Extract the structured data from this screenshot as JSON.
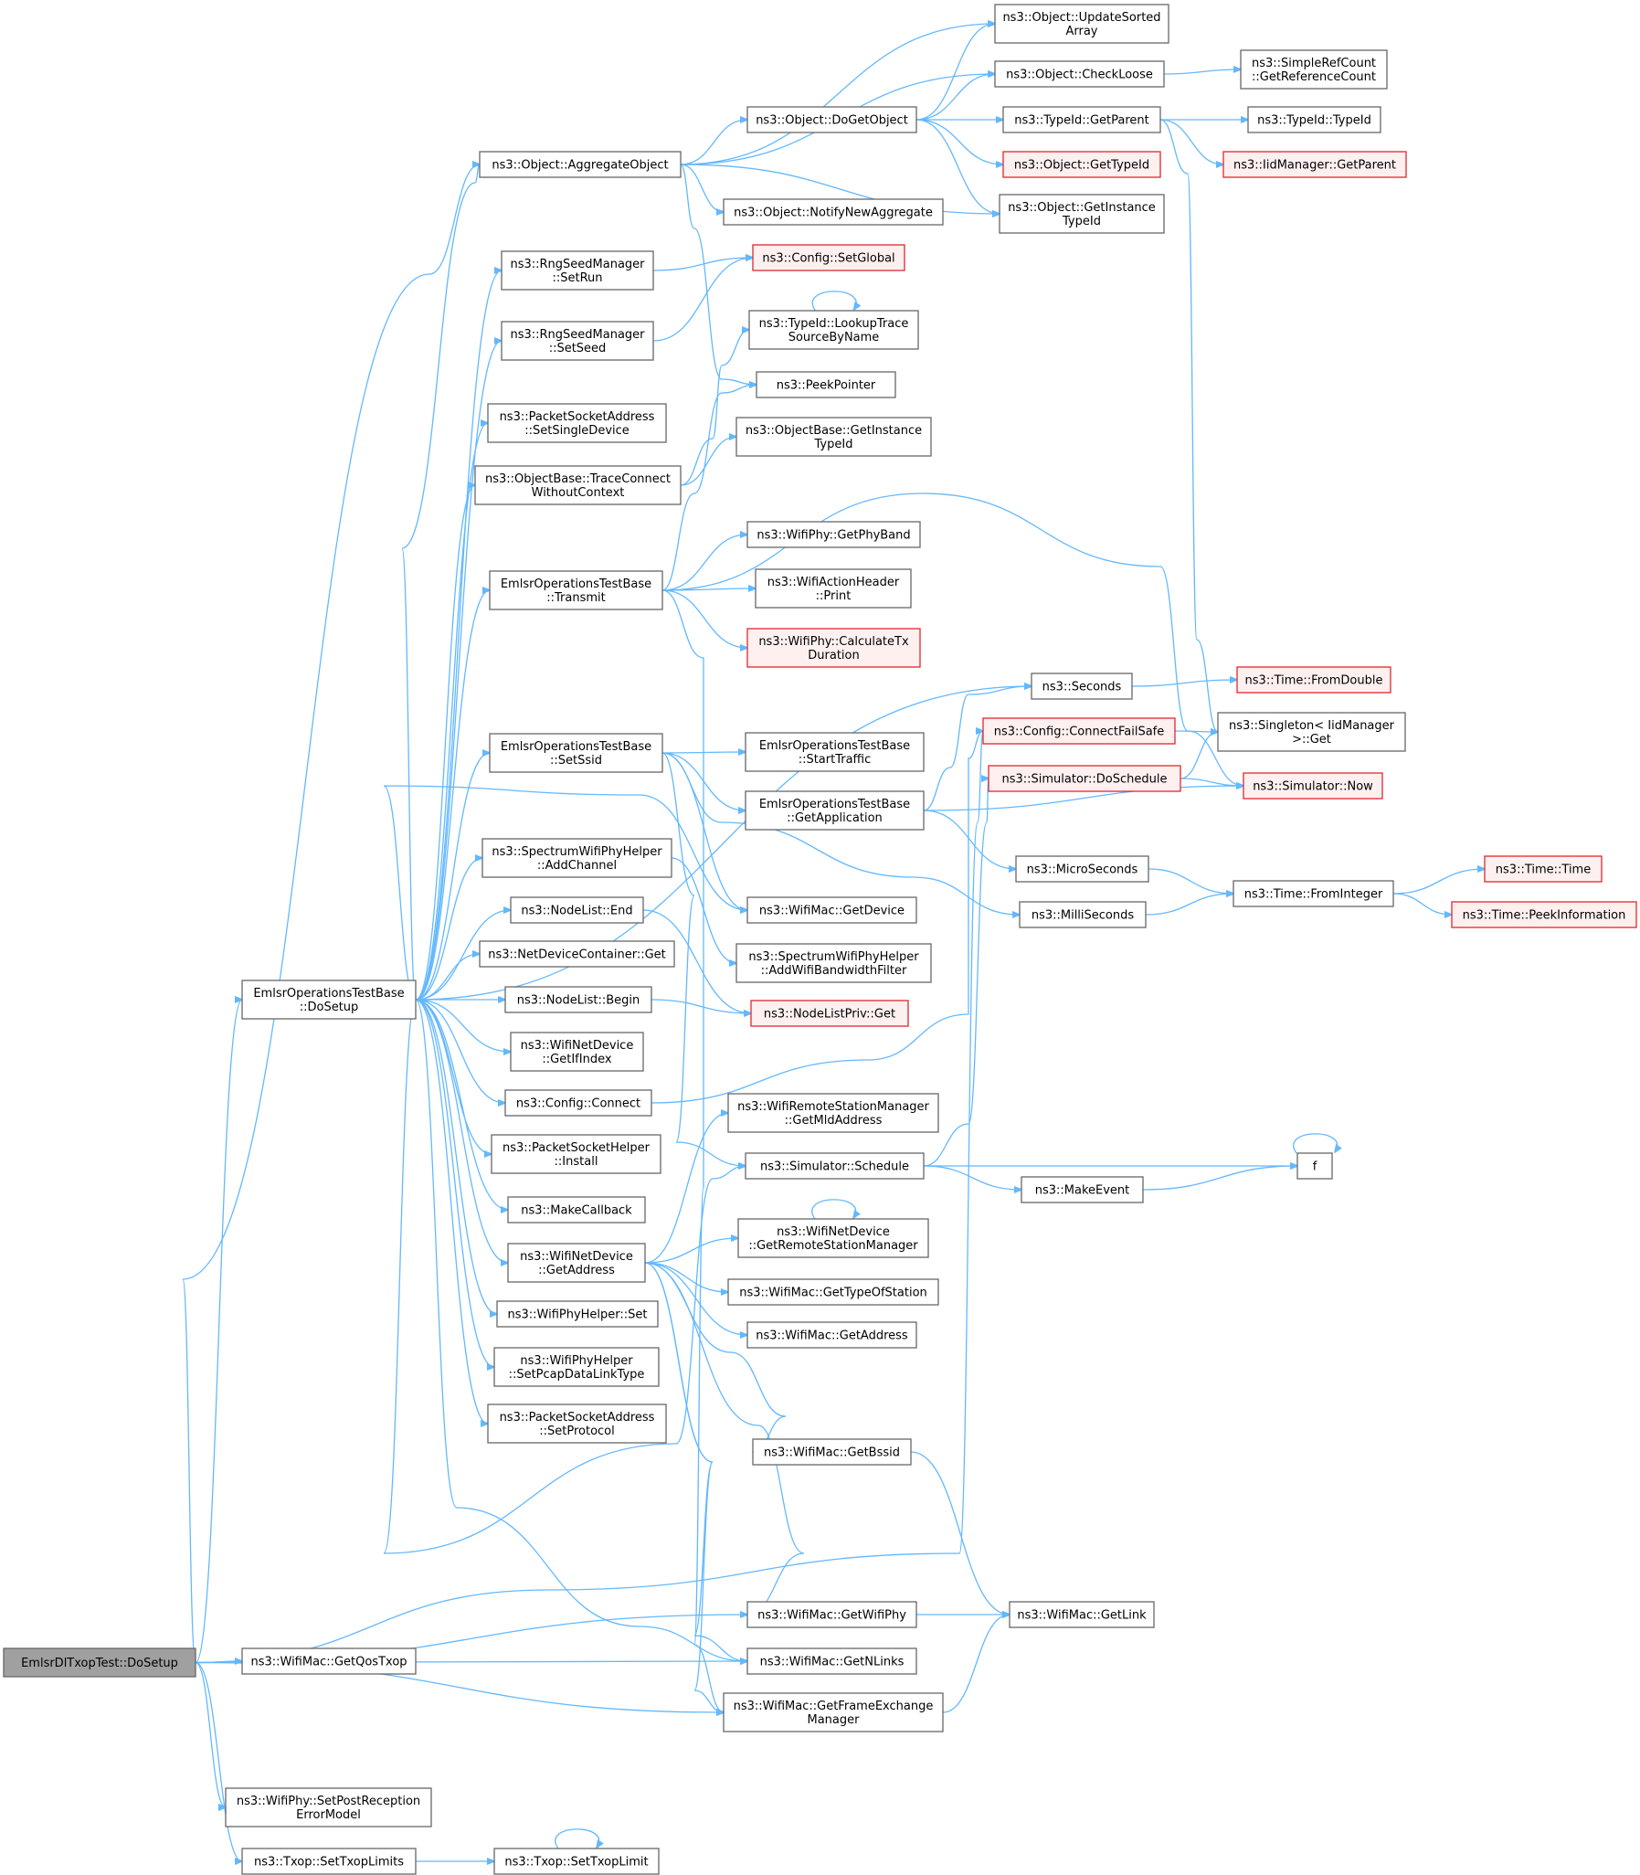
{
  "nodes": {
    "root": {
      "lines": [
        "EmlsrDlTxopTest::DoSetup"
      ],
      "style": "root"
    },
    "dosetup": {
      "lines": [
        "EmlsrOperationsTestBase",
        "::DoSetup"
      ],
      "style": "normal"
    },
    "aggregate": {
      "lines": [
        "ns3::Object::AggregateObject"
      ],
      "style": "normal"
    },
    "updatesorted": {
      "lines": [
        "ns3::Object::UpdateSorted",
        "Array"
      ],
      "style": "normal"
    },
    "checkloose": {
      "lines": [
        "ns3::Object::CheckLoose"
      ],
      "style": "normal"
    },
    "simplerefcount": {
      "lines": [
        "ns3::SimpleRefCount",
        "::GetReferenceCount"
      ],
      "style": "normal"
    },
    "dogetobject": {
      "lines": [
        "ns3::Object::DoGetObject"
      ],
      "style": "normal"
    },
    "typeidgetparent": {
      "lines": [
        "ns3::TypeId::GetParent"
      ],
      "style": "normal"
    },
    "typeidtypeid": {
      "lines": [
        "ns3::TypeId::TypeId"
      ],
      "style": "normal"
    },
    "objgettypeid": {
      "lines": [
        "ns3::Object::GetTypeId"
      ],
      "style": "red"
    },
    "iidgetparent": {
      "lines": [
        "ns3::IidManager::GetParent"
      ],
      "style": "red"
    },
    "notifynewagg": {
      "lines": [
        "ns3::Object::NotifyNewAggregate"
      ],
      "style": "normal"
    },
    "objgetinstance": {
      "lines": [
        "ns3::Object::GetInstance",
        "TypeId"
      ],
      "style": "normal"
    },
    "setrun": {
      "lines": [
        "ns3::RngSeedManager",
        "::SetRun"
      ],
      "style": "normal"
    },
    "configsetglobal": {
      "lines": [
        "ns3::Config::SetGlobal"
      ],
      "style": "red"
    },
    "setseed": {
      "lines": [
        "ns3::RngSeedManager",
        "::SetSeed"
      ],
      "style": "normal"
    },
    "lookuptrace": {
      "lines": [
        "ns3::TypeId::LookupTrace",
        "SourceByName"
      ],
      "style": "normal"
    },
    "peekpointer": {
      "lines": [
        "ns3::PeekPointer"
      ],
      "style": "normal"
    },
    "setsingledevice": {
      "lines": [
        "ns3::PacketSocketAddress",
        "::SetSingleDevice"
      ],
      "style": "normal"
    },
    "objbasegetinst": {
      "lines": [
        "ns3::ObjectBase::GetInstance",
        "TypeId"
      ],
      "style": "normal"
    },
    "traceconnect": {
      "lines": [
        "ns3::ObjectBase::TraceConnect",
        "WithoutContext"
      ],
      "style": "normal"
    },
    "getphyband": {
      "lines": [
        "ns3::WifiPhy::GetPhyBand"
      ],
      "style": "normal"
    },
    "transmit": {
      "lines": [
        "EmlsrOperationsTestBase",
        "::Transmit"
      ],
      "style": "normal"
    },
    "actionprint": {
      "lines": [
        "ns3::WifiActionHeader",
        "::Print"
      ],
      "style": "normal"
    },
    "calctx": {
      "lines": [
        "ns3::WifiPhy::CalculateTx",
        "Duration"
      ],
      "style": "red"
    },
    "seconds": {
      "lines": [
        "ns3::Seconds"
      ],
      "style": "normal"
    },
    "fromdouble": {
      "lines": [
        "ns3::Time::FromDouble"
      ],
      "style": "red"
    },
    "connectfailsafe": {
      "lines": [
        "ns3::Config::ConnectFailSafe"
      ],
      "style": "red"
    },
    "singletonget": {
      "lines": [
        "ns3::Singleton< IidManager",
        ">::Get"
      ],
      "style": "normal"
    },
    "setssid": {
      "lines": [
        "EmlsrOperationsTestBase",
        "::SetSsid"
      ],
      "style": "normal"
    },
    "starttraffic": {
      "lines": [
        "EmlsrOperationsTestBase",
        "::StartTraffic"
      ],
      "style": "normal"
    },
    "doschedule": {
      "lines": [
        "ns3::Simulator::DoSchedule"
      ],
      "style": "red"
    },
    "simnow": {
      "lines": [
        "ns3::Simulator::Now"
      ],
      "style": "red"
    },
    "getapplication": {
      "lines": [
        "EmlsrOperationsTestBase",
        "::GetApplication"
      ],
      "style": "normal"
    },
    "addchannel": {
      "lines": [
        "ns3::SpectrumWifiPhyHelper",
        "::AddChannel"
      ],
      "style": "normal"
    },
    "microseconds": {
      "lines": [
        "ns3::MicroSeconds"
      ],
      "style": "normal"
    },
    "timetime": {
      "lines": [
        "ns3::Time::Time"
      ],
      "style": "red"
    },
    "frominteger": {
      "lines": [
        "ns3::Time::FromInteger"
      ],
      "style": "normal"
    },
    "nodelistend": {
      "lines": [
        "ns3::NodeList::End"
      ],
      "style": "normal"
    },
    "macgetdevice": {
      "lines": [
        "ns3::WifiMac::GetDevice"
      ],
      "style": "normal"
    },
    "milliseconds": {
      "lines": [
        "ns3::MilliSeconds"
      ],
      "style": "normal"
    },
    "peekinfo": {
      "lines": [
        "ns3::Time::PeekInformation"
      ],
      "style": "red"
    },
    "ndcget": {
      "lines": [
        "ns3::NetDeviceContainer::Get"
      ],
      "style": "normal"
    },
    "addbwfilter": {
      "lines": [
        "ns3::SpectrumWifiPhyHelper",
        "::AddWifiBandwidthFilter"
      ],
      "style": "normal"
    },
    "nodelistbegin": {
      "lines": [
        "ns3::NodeList::Begin"
      ],
      "style": "normal"
    },
    "nodelistprivget": {
      "lines": [
        "ns3::NodeListPriv::Get"
      ],
      "style": "red"
    },
    "getifindex": {
      "lines": [
        "ns3::WifiNetDevice",
        "::GetIfIndex"
      ],
      "style": "normal"
    },
    "configconnect": {
      "lines": [
        "ns3::Config::Connect"
      ],
      "style": "normal"
    },
    "getmldaddress": {
      "lines": [
        "ns3::WifiRemoteStationManager",
        "::GetMldAddress"
      ],
      "style": "normal"
    },
    "pktsockinstall": {
      "lines": [
        "ns3::PacketSocketHelper",
        "::Install"
      ],
      "style": "normal"
    },
    "simschedule": {
      "lines": [
        "ns3::Simulator::Schedule"
      ],
      "style": "normal"
    },
    "f": {
      "lines": [
        "f"
      ],
      "style": "normal"
    },
    "makeevent": {
      "lines": [
        "ns3::MakeEvent"
      ],
      "style": "normal"
    },
    "makecallback": {
      "lines": [
        "ns3::MakeCallback"
      ],
      "style": "normal"
    },
    "getremotestation": {
      "lines": [
        "ns3::WifiNetDevice",
        "::GetRemoteStationManager"
      ],
      "style": "normal"
    },
    "netdevgetaddress": {
      "lines": [
        "ns3::WifiNetDevice",
        "::GetAddress"
      ],
      "style": "normal"
    },
    "gettypeofstation": {
      "lines": [
        "ns3::WifiMac::GetTypeOfStation"
      ],
      "style": "normal"
    },
    "phyhelperset": {
      "lines": [
        "ns3::WifiPhyHelper::Set"
      ],
      "style": "normal"
    },
    "macgetaddress": {
      "lines": [
        "ns3::WifiMac::GetAddress"
      ],
      "style": "normal"
    },
    "setpcap": {
      "lines": [
        "ns3::WifiPhyHelper",
        "::SetPcapDataLinkType"
      ],
      "style": "normal"
    },
    "setprotocol": {
      "lines": [
        "ns3::PacketSocketAddress",
        "::SetProtocol"
      ],
      "style": "normal"
    },
    "getbssid": {
      "lines": [
        "ns3::WifiMac::GetBssid"
      ],
      "style": "normal"
    },
    "getwifiphy": {
      "lines": [
        "ns3::WifiMac::GetWifiPhy"
      ],
      "style": "normal"
    },
    "getlink": {
      "lines": [
        "ns3::WifiMac::GetLink"
      ],
      "style": "normal"
    },
    "getqostxop": {
      "lines": [
        "ns3::WifiMac::GetQosTxop"
      ],
      "style": "normal"
    },
    "getnlinks": {
      "lines": [
        "ns3::WifiMac::GetNLinks"
      ],
      "style": "normal"
    },
    "getfem": {
      "lines": [
        "ns3::WifiMac::GetFrameExchange",
        "Manager"
      ],
      "style": "normal"
    },
    "setpostrx": {
      "lines": [
        "ns3::WifiPhy::SetPostReception",
        "ErrorModel"
      ],
      "style": "normal"
    },
    "settxoplimits": {
      "lines": [
        "ns3::Txop::SetTxopLimits"
      ],
      "style": "normal"
    },
    "settxoplimit": {
      "lines": [
        "ns3::Txop::SetTxopLimit"
      ],
      "style": "normal"
    }
  },
  "edges": [
    [
      "root",
      "dosetup"
    ],
    [
      "root",
      "aggregate"
    ],
    [
      "root",
      "getqostxop"
    ],
    [
      "root",
      "getwifiphy"
    ],
    [
      "root",
      "getnlinks"
    ],
    [
      "root",
      "getfem"
    ],
    [
      "root",
      "setpostrx"
    ],
    [
      "root",
      "settxoplimits"
    ],
    [
      "root",
      "connectfailsafe"
    ],
    [
      "settxoplimits",
      "settxoplimit"
    ],
    [
      "settxoplimit",
      "settxoplimit"
    ],
    [
      "aggregate",
      "updatesorted"
    ],
    [
      "aggregate",
      "checkloose"
    ],
    [
      "aggregate",
      "dogetobject"
    ],
    [
      "aggregate",
      "notifynewagg"
    ],
    [
      "aggregate",
      "objgetinstance"
    ],
    [
      "aggregate",
      "peekpointer"
    ],
    [
      "dogetobject",
      "updatesorted"
    ],
    [
      "dogetobject",
      "checkloose"
    ],
    [
      "dogetobject",
      "typeidgetparent"
    ],
    [
      "dogetobject",
      "objgettypeid"
    ],
    [
      "dogetobject",
      "objgetinstance"
    ],
    [
      "checkloose",
      "simplerefcount"
    ],
    [
      "typeidgetparent",
      "typeidtypeid"
    ],
    [
      "typeidgetparent",
      "iidgetparent"
    ],
    [
      "typeidgetparent",
      "singletonget"
    ],
    [
      "setrun",
      "configsetglobal"
    ],
    [
      "setseed",
      "configsetglobal"
    ],
    [
      "lookuptrace",
      "lookuptrace"
    ],
    [
      "traceconnect",
      "lookuptrace"
    ],
    [
      "traceconnect",
      "objbasegetinst"
    ],
    [
      "transmit",
      "peekpointer"
    ],
    [
      "transmit",
      "getphyband"
    ],
    [
      "transmit",
      "actionprint"
    ],
    [
      "transmit",
      "calctx"
    ],
    [
      "transmit",
      "simnow"
    ],
    [
      "transmit",
      "getfem"
    ],
    [
      "seconds",
      "fromdouble"
    ],
    [
      "connectfailsafe",
      "singletonget"
    ],
    [
      "doschedule",
      "singletonget"
    ],
    [
      "doschedule",
      "simnow"
    ],
    [
      "setssid",
      "starttraffic"
    ],
    [
      "setssid",
      "getapplication"
    ],
    [
      "setssid",
      "macgetdevice"
    ],
    [
      "setssid",
      "milliseconds"
    ],
    [
      "setssid",
      "simschedule"
    ],
    [
      "getapplication",
      "seconds"
    ],
    [
      "getapplication",
      "simnow"
    ],
    [
      "getapplication",
      "microseconds"
    ],
    [
      "addchannel",
      "addbwfilter"
    ],
    [
      "nodelistend",
      "nodelistprivget"
    ],
    [
      "nodelistbegin",
      "nodelistprivget"
    ],
    [
      "microseconds",
      "frominteger"
    ],
    [
      "milliseconds",
      "frominteger"
    ],
    [
      "frominteger",
      "timetime"
    ],
    [
      "frominteger",
      "peekinfo"
    ],
    [
      "configconnect",
      "connectfailsafe"
    ],
    [
      "simschedule",
      "doschedule"
    ],
    [
      "simschedule",
      "f"
    ],
    [
      "simschedule",
      "makeevent"
    ],
    [
      "makeevent",
      "f"
    ],
    [
      "f",
      "f"
    ],
    [
      "getremotestation",
      "getremotestation"
    ],
    [
      "netdevgetaddress",
      "getmldaddress"
    ],
    [
      "netdevgetaddress",
      "getremotestation"
    ],
    [
      "netdevgetaddress",
      "gettypeofstation"
    ],
    [
      "netdevgetaddress",
      "macgetaddress"
    ],
    [
      "netdevgetaddress",
      "getbssid"
    ],
    [
      "netdevgetaddress",
      "getwifiphy"
    ],
    [
      "netdevgetaddress",
      "getnlinks"
    ],
    [
      "netdevgetaddress",
      "getfem"
    ],
    [
      "getbssid",
      "getlink"
    ],
    [
      "getwifiphy",
      "getlink"
    ],
    [
      "getfem",
      "getlink"
    ],
    [
      "dosetup",
      "aggregate"
    ],
    [
      "dosetup",
      "setrun"
    ],
    [
      "dosetup",
      "setseed"
    ],
    [
      "dosetup",
      "setsingledevice"
    ],
    [
      "dosetup",
      "traceconnect"
    ],
    [
      "dosetup",
      "transmit"
    ],
    [
      "dosetup",
      "seconds"
    ],
    [
      "dosetup",
      "setssid"
    ],
    [
      "dosetup",
      "addchannel"
    ],
    [
      "dosetup",
      "nodelistend"
    ],
    [
      "dosetup",
      "ndcget"
    ],
    [
      "dosetup",
      "nodelistbegin"
    ],
    [
      "dosetup",
      "getifindex"
    ],
    [
      "dosetup",
      "configconnect"
    ],
    [
      "dosetup",
      "pktsockinstall"
    ],
    [
      "dosetup",
      "makecallback"
    ],
    [
      "dosetup",
      "netdevgetaddress"
    ],
    [
      "dosetup",
      "phyhelperset"
    ],
    [
      "dosetup",
      "setpcap"
    ],
    [
      "dosetup",
      "setprotocol"
    ],
    [
      "dosetup",
      "macgetdevice"
    ],
    [
      "dosetup",
      "simschedule"
    ],
    [
      "dosetup",
      "getnlinks"
    ]
  ]
}
